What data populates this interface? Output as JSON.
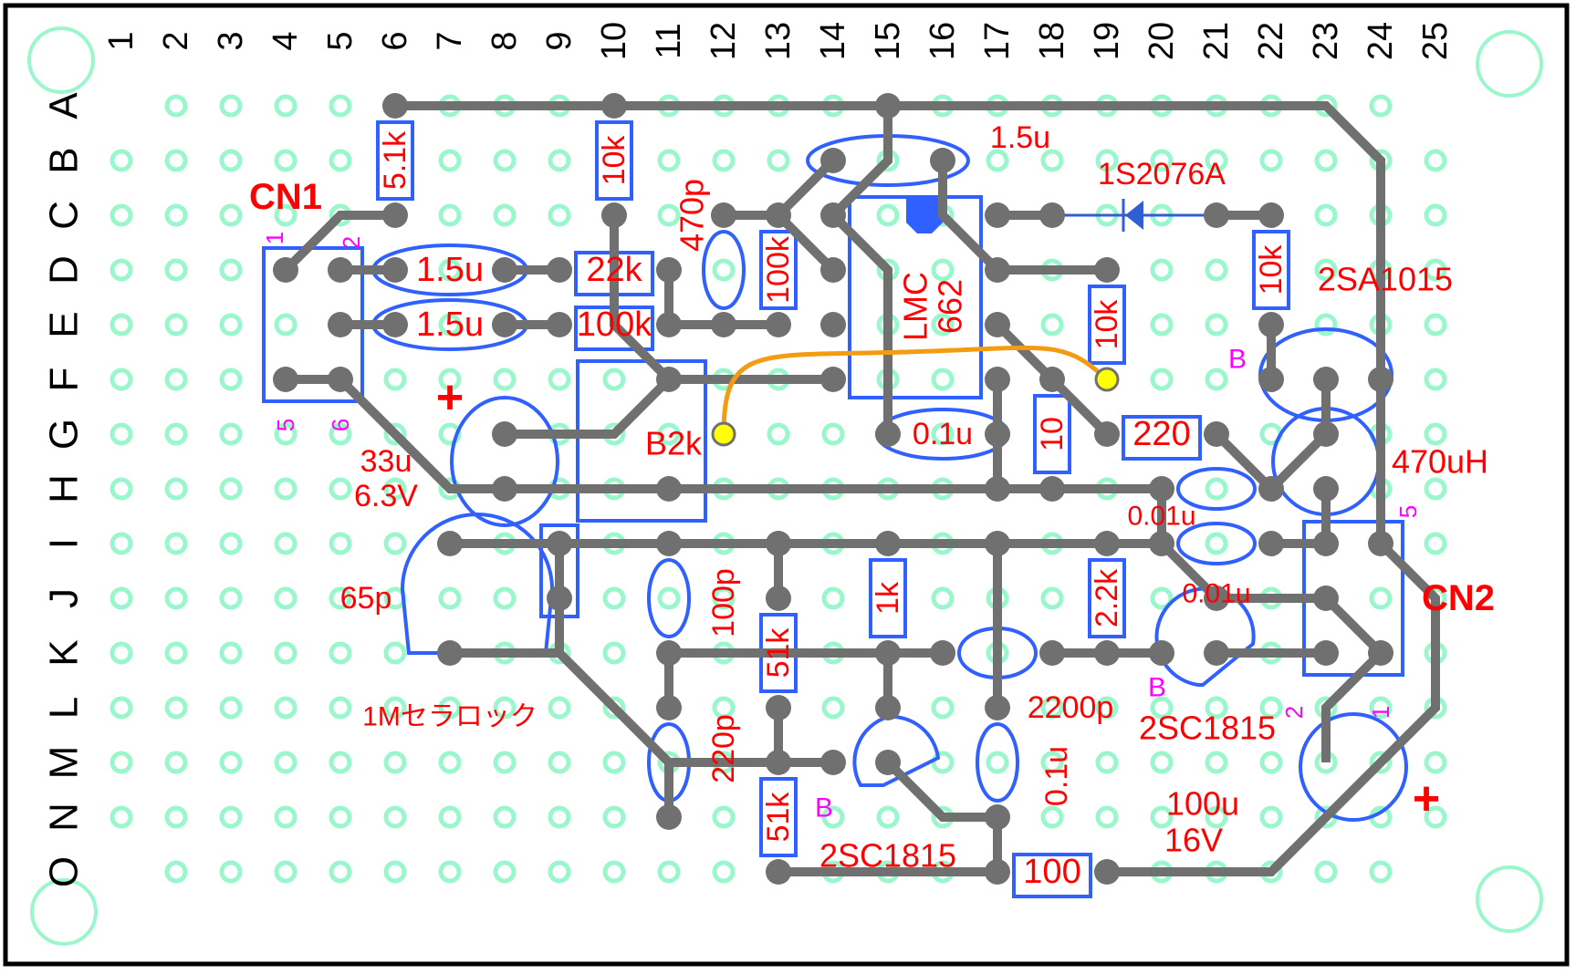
{
  "title": "Stripboard layout",
  "grid": {
    "columns": [
      "1",
      "2",
      "3",
      "4",
      "5",
      "6",
      "7",
      "8",
      "9",
      "10",
      "11",
      "12",
      "13",
      "14",
      "15",
      "16",
      "17",
      "18",
      "19",
      "20",
      "21",
      "22",
      "23",
      "24",
      "25"
    ],
    "rows": [
      "A",
      "B",
      "C",
      "D",
      "E",
      "F",
      "G",
      "H",
      "I",
      "J",
      "K",
      "L",
      "M",
      "N",
      "O"
    ],
    "missing_holes": [
      "A1",
      "A25",
      "O1",
      "O25"
    ]
  },
  "colors": {
    "hole": "#9af7cb",
    "pad": "#707070",
    "trace": "#707070",
    "outline": "#3060ff",
    "label": "#ff0000",
    "pin_label": "#ff00ff",
    "jumper": "#f39c12",
    "jumper_end": "#ffff00",
    "diode": "#2f5fd0"
  },
  "pads": [
    "A6",
    "A10",
    "A15",
    "B14",
    "B16",
    "C6",
    "C10",
    "C12",
    "C13",
    "C14",
    "C17",
    "C18",
    "C21",
    "C22",
    "D4",
    "D5",
    "D6",
    "D8",
    "D9",
    "D11",
    "D14",
    "D17",
    "D19",
    "E5",
    "E6",
    "E8",
    "E9",
    "E11",
    "E12",
    "E13",
    "E14",
    "E17",
    "E22",
    "F4",
    "F5",
    "F11",
    "F14",
    "F17",
    "F18",
    "F22",
    "F23",
    "F24",
    "G8",
    "G15",
    "G17",
    "G19",
    "G21",
    "G23",
    "H8",
    "H11",
    "H17",
    "H18",
    "H20",
    "H22",
    "H23",
    "I7",
    "I9",
    "I11",
    "I13",
    "I15",
    "I17",
    "I19",
    "I20",
    "I22",
    "I23",
    "I24",
    "J9",
    "J13",
    "J21",
    "J23",
    "K7",
    "K11",
    "K15",
    "K16",
    "K18",
    "K19",
    "K20",
    "K21",
    "K23",
    "K24",
    "L11",
    "L13",
    "L15",
    "L17",
    "M13",
    "M14",
    "M15",
    "N11",
    "N17",
    "O13",
    "O17",
    "O19"
  ],
  "traces": [
    [
      "A6",
      "A23",
      "B24",
      "I24",
      "J25",
      "L25",
      "M24",
      "O22",
      "O19"
    ],
    [
      "C6",
      "C5",
      "D4"
    ],
    [
      "D5",
      "D6"
    ],
    [
      "D8",
      "D9"
    ],
    [
      "E5",
      "E6"
    ],
    [
      "E8",
      "E9"
    ],
    [
      "F4",
      "F5",
      "H7",
      "H20"
    ],
    [
      "C10",
      "E10",
      "F11",
      "F14"
    ],
    [
      "F11",
      "G10",
      "G8"
    ],
    [
      "D11",
      "E11",
      "E13"
    ],
    [
      "C12",
      "C13",
      "B14"
    ],
    [
      "C13",
      "D14"
    ],
    [
      "A15",
      "B15",
      "C14",
      "D15",
      "G15"
    ],
    [
      "B16",
      "C16",
      "D17",
      "D19"
    ],
    [
      "C17",
      "C18"
    ],
    [
      "C21",
      "C22"
    ],
    [
      "E17",
      "F18",
      "G19"
    ],
    [
      "F17",
      "H17"
    ],
    [
      "E22",
      "F22"
    ],
    [
      "G21",
      "H22",
      "G23",
      "F23"
    ],
    [
      "H23",
      "I23"
    ],
    [
      "I22",
      "I23"
    ],
    [
      "H20",
      "I20",
      "J21",
      "J23",
      "K24",
      "L23",
      "M23"
    ],
    [
      "K21",
      "K23"
    ],
    [
      "I7",
      "I20"
    ],
    [
      "I17",
      "L17"
    ],
    [
      "I13",
      "J13"
    ],
    [
      "I9",
      "J9",
      "K9"
    ],
    [
      "K7",
      "K9",
      "M11",
      "M14"
    ],
    [
      "L13",
      "M13"
    ],
    [
      "M11",
      "N11"
    ],
    [
      "K11",
      "L11"
    ],
    [
      "K11",
      "K16"
    ],
    [
      "K15",
      "L15"
    ],
    [
      "K18",
      "K20"
    ],
    [
      "M15",
      "N16",
      "N17",
      "O17"
    ],
    [
      "O13",
      "O17"
    ]
  ],
  "resistors": [
    {
      "id": "r-5k1",
      "from": "A6",
      "to": "C6",
      "label": "5.1k"
    },
    {
      "id": "r-10k-a",
      "from": "A10",
      "to": "C10",
      "label": "10k"
    },
    {
      "id": "r-22k",
      "from": "D9",
      "to": "D11",
      "label": "22k"
    },
    {
      "id": "r-100k-a",
      "from": "E9",
      "to": "E11",
      "label": "100k"
    },
    {
      "id": "r-100k-b",
      "from": "C13",
      "to": "E13",
      "label": "100k"
    },
    {
      "id": "r-10k-b",
      "from": "D19",
      "to": "F19",
      "label": "10k"
    },
    {
      "id": "r-10k-c",
      "from": "C22",
      "to": "E22",
      "label": "10k"
    },
    {
      "id": "r-10",
      "from": "F18",
      "to": "H18",
      "label": "10"
    },
    {
      "id": "r-220",
      "from": "G19",
      "to": "G21",
      "label": "220"
    },
    {
      "id": "r-1k",
      "from": "I15",
      "to": "K15",
      "label": "1k"
    },
    {
      "id": "r-2k2",
      "from": "I19",
      "to": "K19",
      "label": "2.2k"
    },
    {
      "id": "r-51k-a",
      "from": "J13",
      "to": "L13",
      "label": "51k"
    },
    {
      "id": "r-51k-b",
      "from": "M13",
      "to": "O13",
      "label": "51k"
    },
    {
      "id": "r-100",
      "from": "O17",
      "to": "O19",
      "label": "100"
    }
  ],
  "capacitors": [
    {
      "id": "c-1u5-a",
      "center": "D7",
      "orient": "h",
      "label": "1.5u",
      "label_inside": true
    },
    {
      "id": "c-1u5-b",
      "center": "E7",
      "orient": "h",
      "label": "1.5u",
      "label_inside": true
    },
    {
      "id": "c-470p",
      "center": "D12",
      "orient": "v",
      "label": "470p"
    },
    {
      "id": "c-1u5-c",
      "center": "B15",
      "orient": "h",
      "label": "1.5u"
    },
    {
      "id": "c-0u1-a",
      "center": "G16",
      "orient": "h",
      "label": "0.1u",
      "label_inside": true
    },
    {
      "id": "c-0u01-a",
      "center": "H21",
      "orient": "h",
      "label": "0.01u"
    },
    {
      "id": "c-0u01-b",
      "center": "I21",
      "orient": "h",
      "label": "0.01u"
    },
    {
      "id": "c-100p",
      "center": "J11",
      "orient": "v",
      "label": "100p"
    },
    {
      "id": "c-220p",
      "center": "M11",
      "orient": "v",
      "label": "220p"
    },
    {
      "id": "c-2200p",
      "center": "K17",
      "orient": "h",
      "label": "2200p"
    },
    {
      "id": "c-0u1-b",
      "center": "M17",
      "orient": "v",
      "label": "0.1u"
    }
  ],
  "labels": {
    "cn1": "CN1",
    "cn1_pins": [
      "1",
      "2",
      "5",
      "6"
    ],
    "cn2": "CN2",
    "cn2_pins": [
      "5",
      "2",
      "1"
    ],
    "ic": [
      "LMC",
      "662"
    ],
    "diode": "1S2076A",
    "q1": "2SA1015",
    "q2": "2SC1815",
    "q3": "2SC1815",
    "base": "B",
    "inductor": "470uH",
    "pot": "B2k",
    "c33_value": "33u",
    "c33_voltage": "6.3V",
    "c100_value": "100u",
    "c100_voltage": "16V",
    "trimmer": "65p",
    "resonator": "1Mセラロック",
    "plus": "+"
  }
}
